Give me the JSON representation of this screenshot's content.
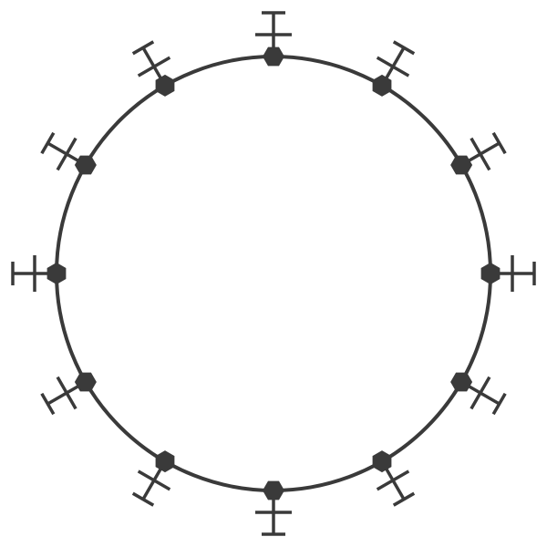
{
  "diagram": {
    "type": "circular-ring-with-radial-markers",
    "marker_count": 12,
    "marker_angles_deg": [
      0,
      30,
      60,
      90,
      120,
      150,
      180,
      210,
      240,
      270,
      300,
      330
    ],
    "marker_shape": "hexagon-with-outward-double-crossbar",
    "colors": {
      "line": "#3a3a3a",
      "marker": "#3a3a3a",
      "background": "#ffffff"
    }
  }
}
